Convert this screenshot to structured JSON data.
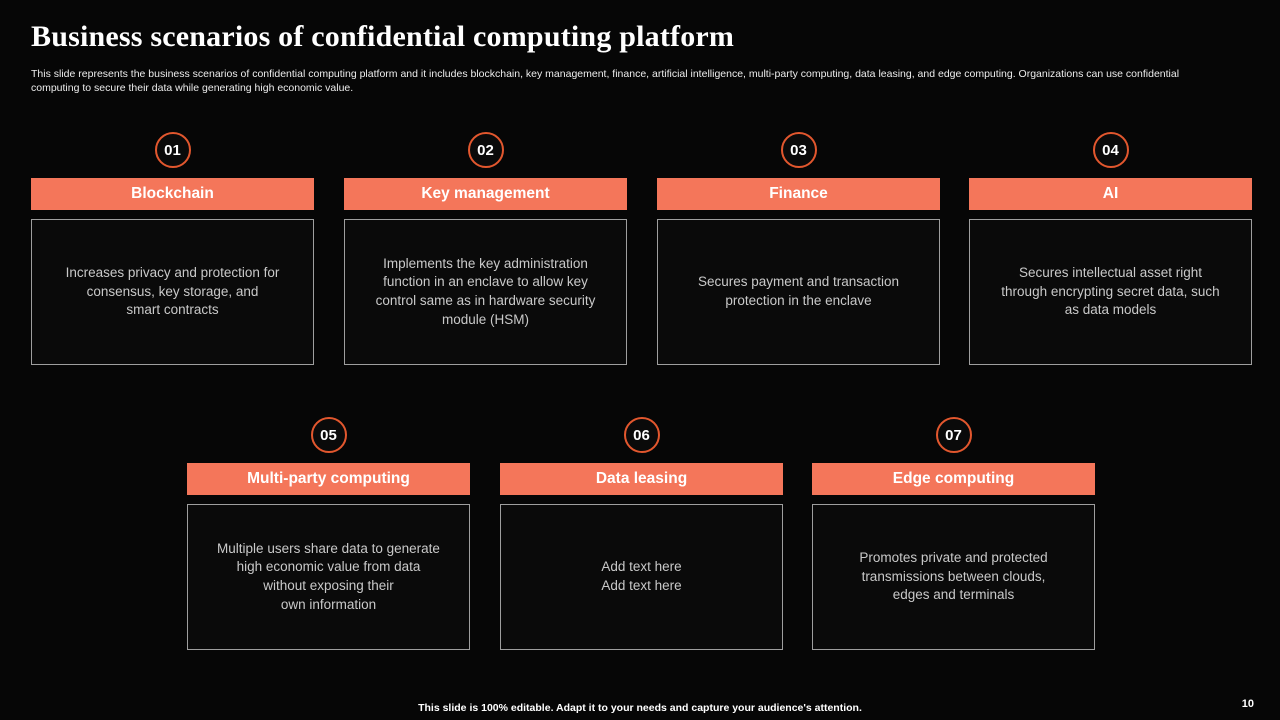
{
  "slide": {
    "title": "Business scenarios of confidential computing platform",
    "subtitle": "This slide represents the business scenarios of confidential computing platform and it includes blockchain, key management, finance, artificial intelligence, multi-party computing, data leasing, and edge computing. Organizations can use confidential\ncomputing to secure their data while generating high economic value.",
    "footer": "This slide is 100% editable. Adapt it to your needs and capture your audience's attention.",
    "page_number": "10"
  },
  "colors": {
    "background": "#060606",
    "accent": "#f4765a",
    "circle_ring": "#e2572e",
    "box_border": "#9e9e9e",
    "body_text": "#c9c9c9"
  },
  "cards": [
    {
      "number": "01",
      "title": "Blockchain",
      "description": "Increases privacy and protection for\nconsensus, key storage, and\nsmart contracts"
    },
    {
      "number": "02",
      "title": "Key management",
      "description": "Implements the key administration\nfunction in an enclave to allow key\ncontrol same as in hardware security\nmodule (HSM)"
    },
    {
      "number": "03",
      "title": "Finance",
      "description": "Secures payment and transaction\nprotection in the enclave"
    },
    {
      "number": "04",
      "title": "AI",
      "description": "Secures intellectual asset right\nthrough encrypting secret data, such\nas data models"
    },
    {
      "number": "05",
      "title": "Multi-party computing",
      "description": "Multiple users share data to generate\nhigh economic value from data\nwithout exposing their\nown information"
    },
    {
      "number": "06",
      "title": "Data leasing",
      "description": "Add text here\nAdd text here"
    },
    {
      "number": "07",
      "title": "Edge computing",
      "description": "Promotes private and protected\ntransmissions between clouds,\nedges and terminals"
    }
  ]
}
